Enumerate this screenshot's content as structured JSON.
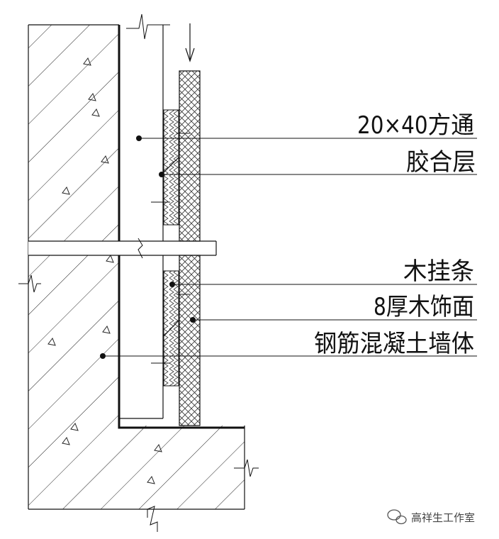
{
  "labels": {
    "square_tube": "20×40方通",
    "glue_layer": "胶合层",
    "wood_batten": "木挂条",
    "wood_veneer": "8厚木饰面",
    "concrete_wall": "钢筋混凝土墙体"
  },
  "watermark": {
    "text": "高祥生工作室",
    "icon": "wechat-icon"
  },
  "colors": {
    "line": "#111111",
    "background": "#ffffff"
  }
}
